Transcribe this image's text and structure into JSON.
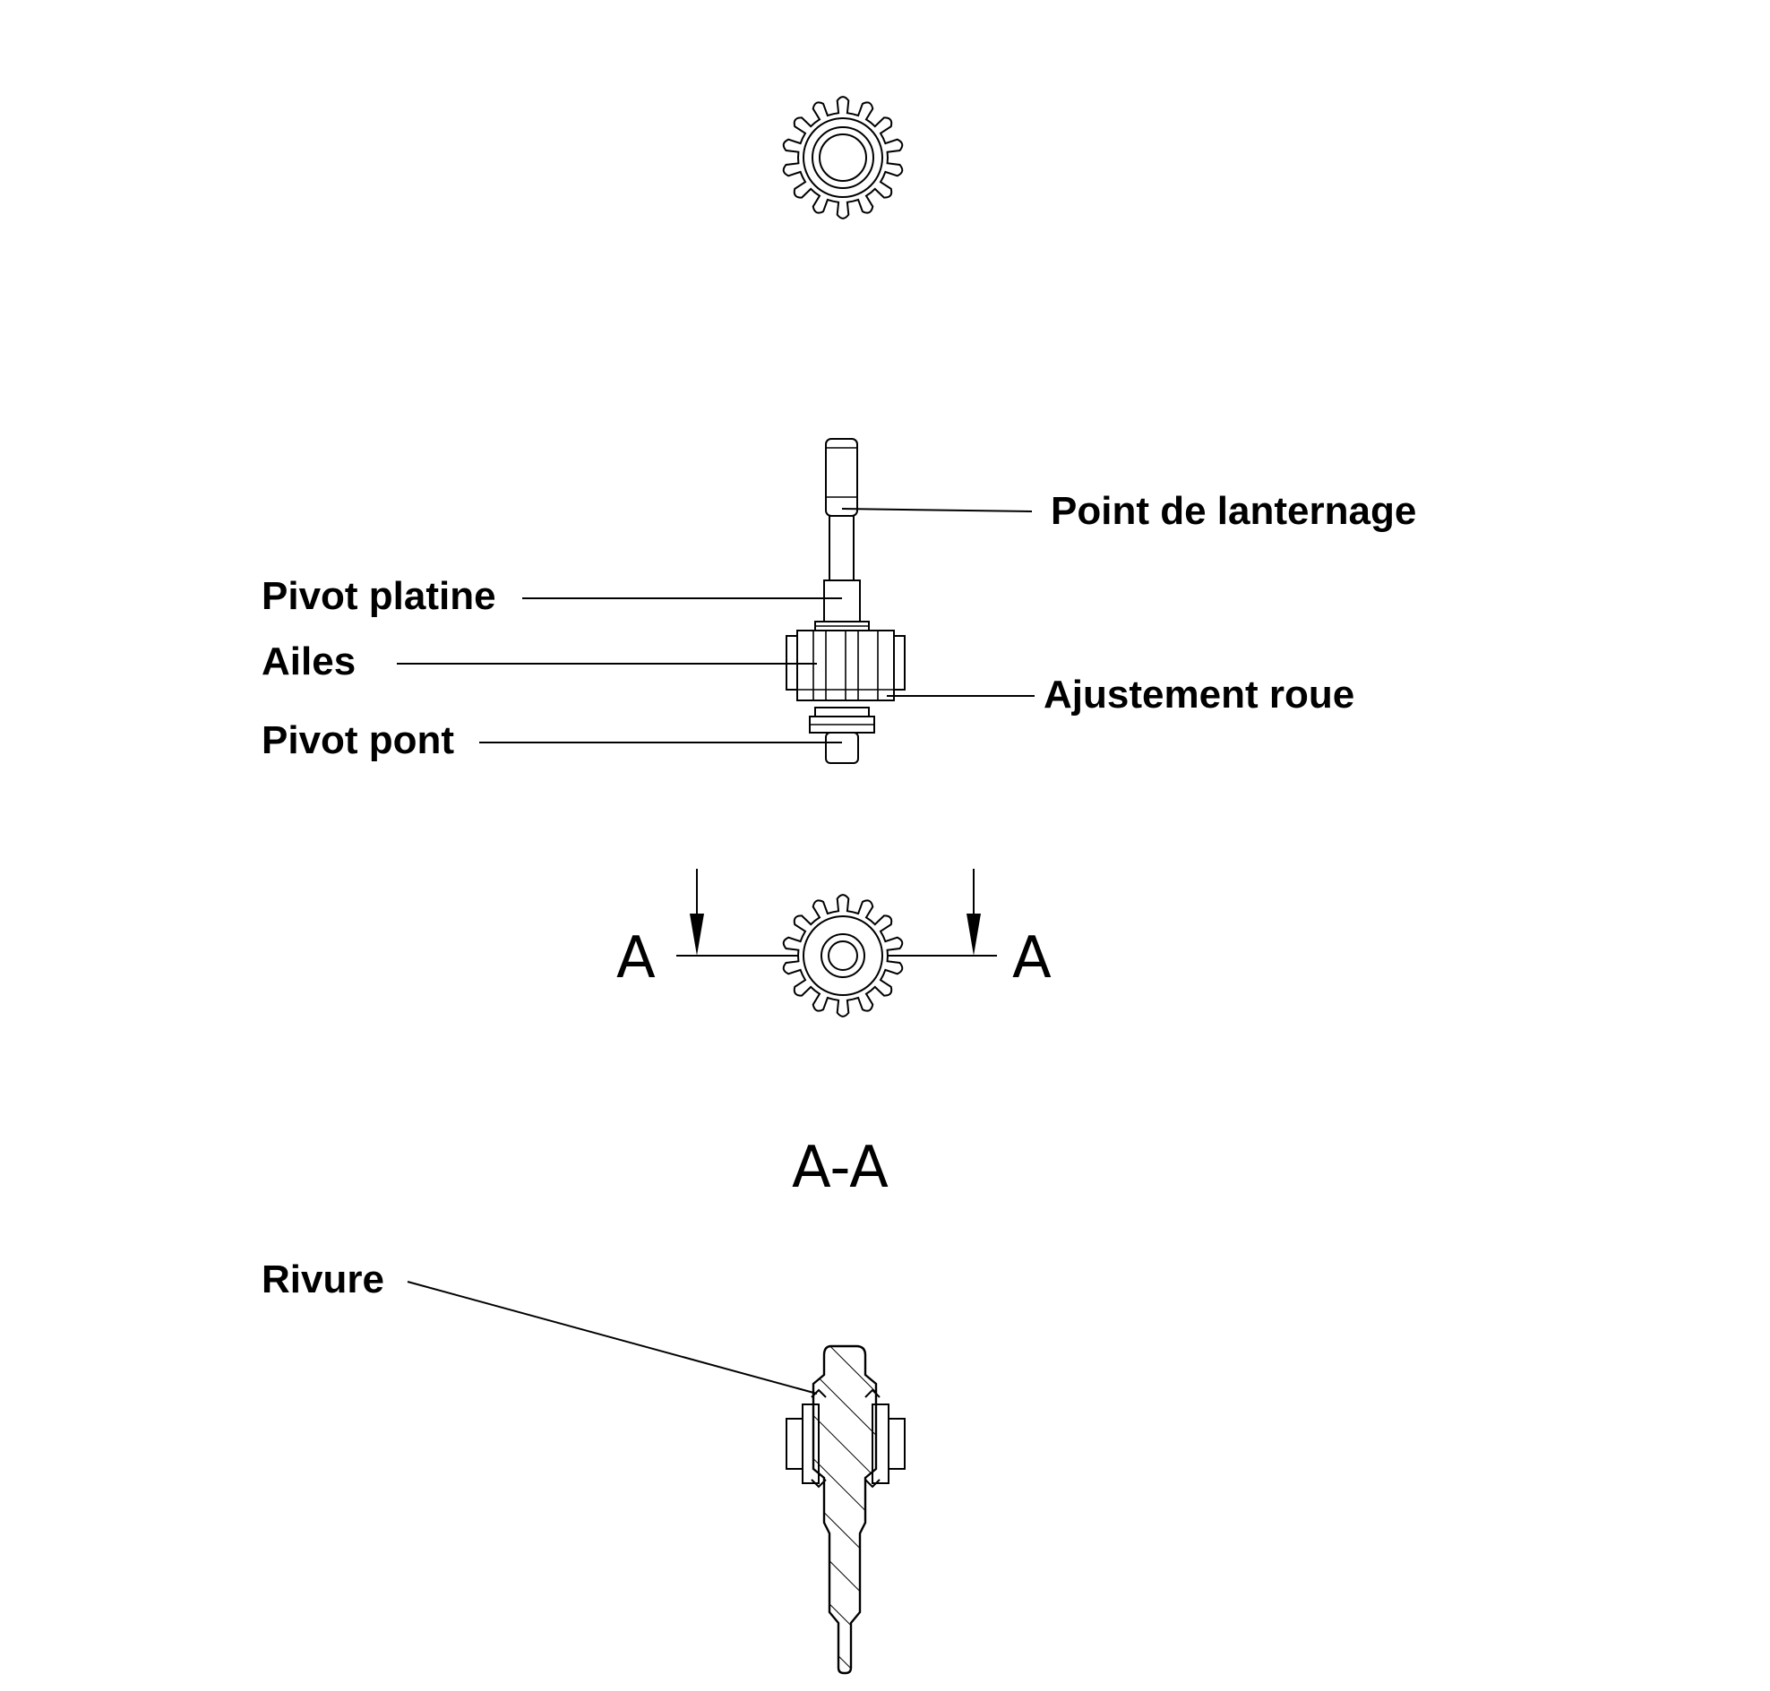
{
  "labels": {
    "point_lanternage": "Point de lanternage",
    "pivot_platine": "Pivot platine",
    "ailes": "Ailes",
    "ajustement_roue": "Ajustement roue",
    "pivot_pont": "Pivot pont",
    "rivure": "Rivure"
  },
  "section": {
    "marker_left": "A",
    "marker_right": "A",
    "title": "A-A"
  }
}
